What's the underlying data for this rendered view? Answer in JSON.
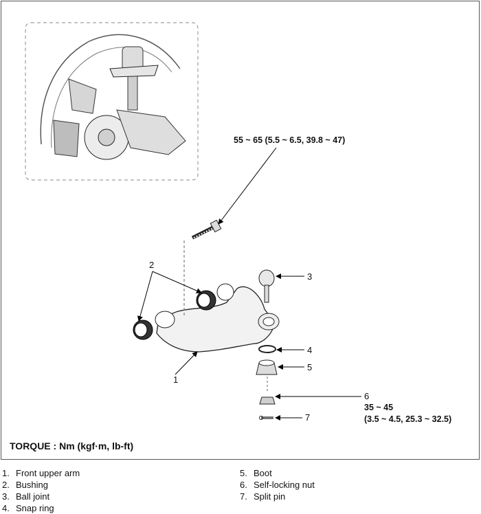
{
  "torque_specs": {
    "bolt": "55 ~ 65 (5.5 ~ 6.5, 39.8 ~ 47)",
    "nut_nm": "35 ~ 45",
    "nut_detail": "(3.5 ~ 4.5, 25.3 ~ 32.5)"
  },
  "callouts": {
    "c1": "1",
    "c2": "2",
    "c3": "3",
    "c4": "4",
    "c5": "5",
    "c6": "6",
    "c7": "7"
  },
  "torque_title": "TORQUE : Nm (kgf·m, lb-ft)",
  "legend": [
    {
      "num": "1.",
      "label": "Front upper arm"
    },
    {
      "num": "2.",
      "label": "Bushing"
    },
    {
      "num": "3.",
      "label": "Ball joint"
    },
    {
      "num": "4.",
      "label": "Snap ring"
    },
    {
      "num": "5.",
      "label": "Boot"
    },
    {
      "num": "6.",
      "label": "Self-locking nut"
    },
    {
      "num": "7.",
      "label": "Split pin"
    }
  ]
}
